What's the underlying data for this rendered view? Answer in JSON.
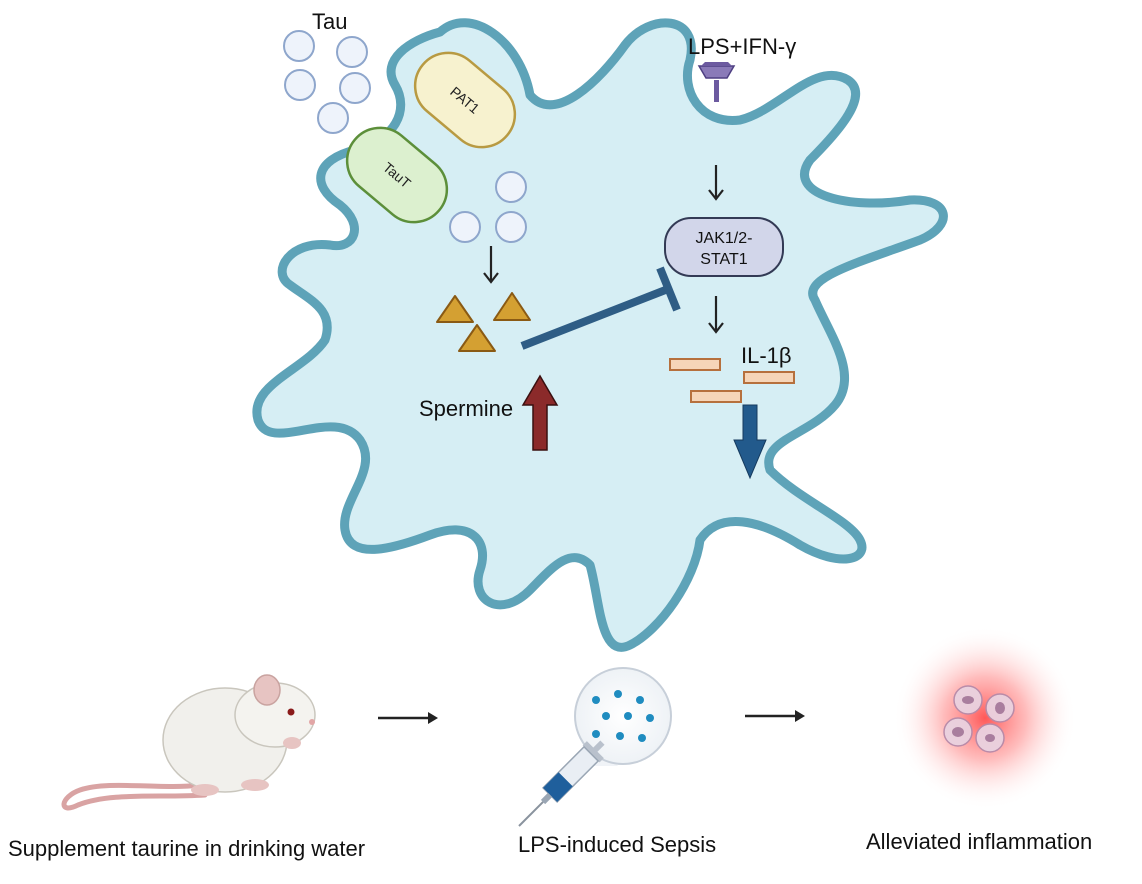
{
  "labels": {
    "tau": "Tau",
    "pat1": "PAT1",
    "taut": "TauT",
    "lps_ifn": "LPS+IFN-γ",
    "jak_line1": "JAK1/2-",
    "jak_line2": "STAT1",
    "il1b": "IL-1β",
    "spermine": "Spermine"
  },
  "captions": {
    "mouse": "Supplement taurine in drinking water",
    "sepsis": "LPS-induced Sepsis",
    "outcome": "Alleviated inflammation"
  },
  "colors": {
    "cell_fill": "#d6eef4",
    "cell_stroke": "#5ea3b8",
    "pat1_fill": "#f7f2cf",
    "pat1_stroke": "#b89a42",
    "taut_fill": "#dcf0cf",
    "taut_stroke": "#5c8f3a",
    "tau_fill": "#eef3fb",
    "tau_stroke": "#8ea6cc",
    "spermine_fill": "#d4a032",
    "inhibit": "#2f5d85",
    "jak_fill": "#d2d6ea",
    "il1b_fill": "#f6d5b8",
    "il1b_stroke": "#b6703d",
    "up_arrow": "#8b2a2a",
    "down_arrow": "#225a8c"
  }
}
